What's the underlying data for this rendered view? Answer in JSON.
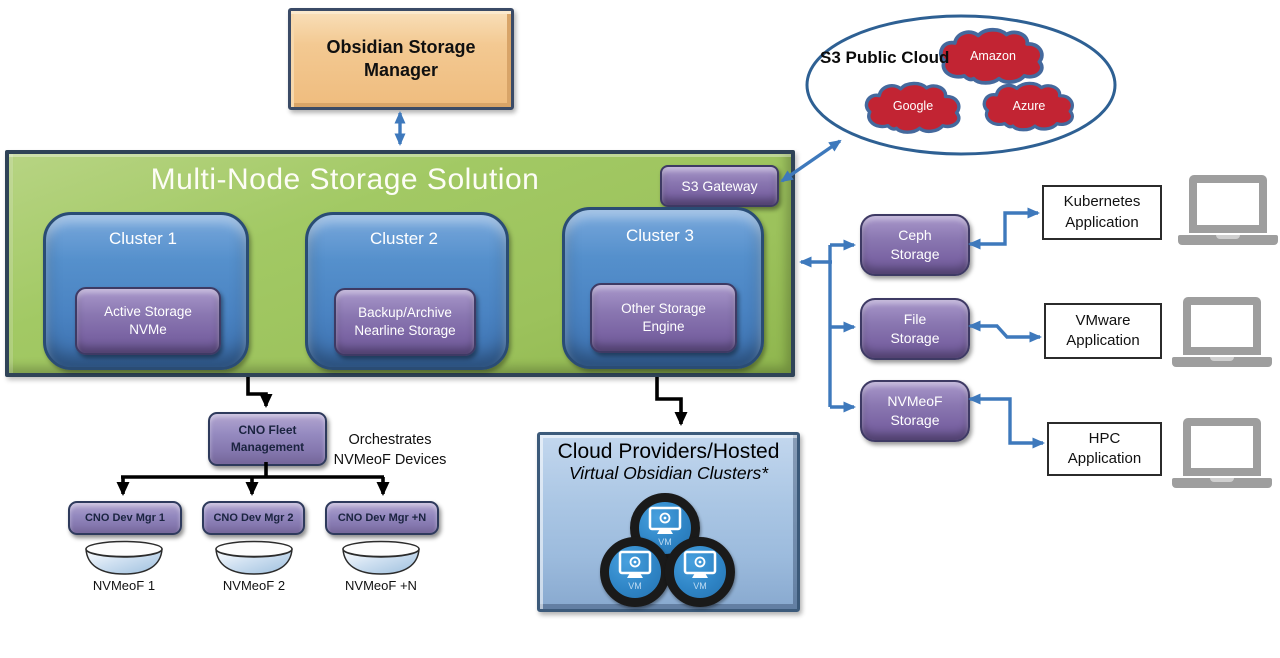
{
  "manager": {
    "label": "Obsidian Storage Manager"
  },
  "public_cloud": {
    "title": "S3 Public Cloud",
    "providers": [
      "Amazon",
      "Google",
      "Azure"
    ]
  },
  "solution": {
    "title": "Multi-Node Storage Solution",
    "gateway_label": "S3 Gateway",
    "clusters": [
      {
        "name": "Cluster 1",
        "engine": "Active Storage\nNVMe"
      },
      {
        "name": "Cluster 2",
        "engine": "Backup/Archive\nNearline Storage"
      },
      {
        "name": "Cluster 3",
        "engine": "Other Storage\nEngine"
      }
    ]
  },
  "fleet": {
    "manager_label": "CNO Fleet\nManagement",
    "note": "Orchestrates\nNVMeoF Devices",
    "device_managers": [
      "CNO Dev Mgr 1",
      "CNO Dev Mgr 2",
      "CNO Dev Mgr +N"
    ],
    "devices": [
      "NVMeoF 1",
      "NVMeoF 2",
      "NVMeoF +N"
    ]
  },
  "cloud_hosted": {
    "title": "Cloud Providers/Hosted",
    "subtitle": "Virtual Obsidian Clusters*",
    "vm_label": "VM"
  },
  "storage_services": [
    {
      "label": "Ceph\nStorage"
    },
    {
      "label": "File\nStorage"
    },
    {
      "label": "NVMeoF\nStorage"
    }
  ],
  "applications": [
    {
      "label": "Kubernetes\nApplication"
    },
    {
      "label": "VMware\nApplication"
    },
    {
      "label": "HPC\nApplication"
    }
  ],
  "colors": {
    "green": "#9CC25C",
    "cluster_blue": "#4A83C2",
    "purple": "#7C66A5",
    "light_purple": "#958AC0",
    "peach": "#F3C992",
    "cloud_red": "#C22433",
    "arrow_blue": "#3E79BC",
    "hosted_blue": "#AAC6E4"
  }
}
